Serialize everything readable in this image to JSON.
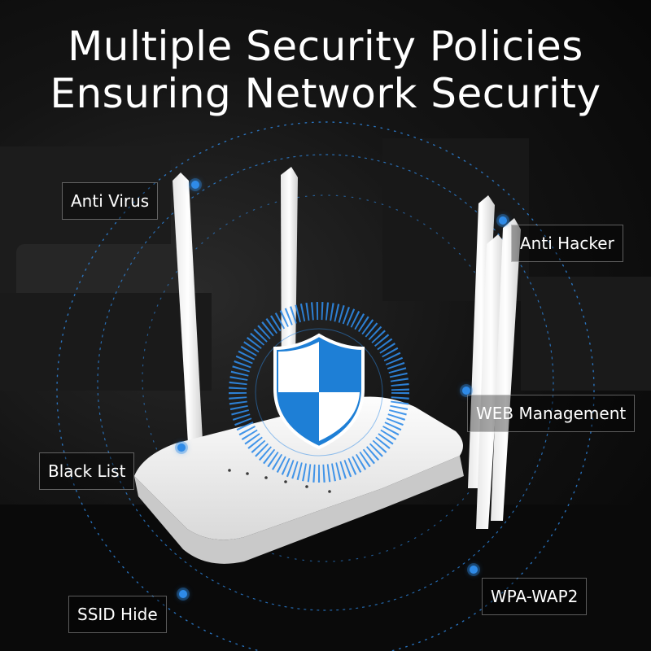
{
  "headline": {
    "line1": "Multiple Security Policies",
    "line2": "Ensuring Network Security"
  },
  "features": [
    {
      "label": "Anti Virus"
    },
    {
      "label": "Anti Hacker"
    },
    {
      "label": "WEB Management"
    },
    {
      "label": "Black List"
    },
    {
      "label": "WPA-WAP2"
    },
    {
      "label": "SSID Hide"
    }
  ],
  "icons": {
    "center": "security-shield-icon",
    "product": "wifi-router"
  },
  "colors": {
    "accent": "#2f8be8",
    "shield": "#1e7fd6",
    "text": "#ffffff",
    "background": "#0b0b0b"
  }
}
